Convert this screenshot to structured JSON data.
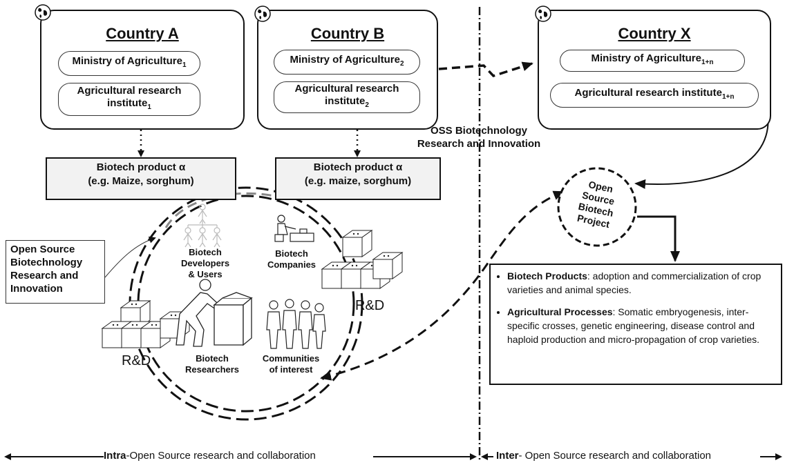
{
  "countries": {
    "a": {
      "title": "Country A",
      "ministry": "Ministry of Agriculture",
      "ministry_sub": "1",
      "institute_line1": "Agricultural research",
      "institute_line2": "institute",
      "institute_sub": "1"
    },
    "b": {
      "title": "Country B",
      "ministry": "Ministry of Agriculture",
      "ministry_sub": "2",
      "institute_line1": "Agricultural research",
      "institute_line2": "institute",
      "institute_sub": "2"
    },
    "x": {
      "title": "Country X",
      "ministry": "Ministry of Agriculture",
      "ministry_sub": "1+n",
      "institute": "Agricultural research institute",
      "institute_sub": "1+n"
    }
  },
  "products": {
    "a": {
      "line1": "Biotech product α",
      "line2": "(e.g. Maize, sorghum)"
    },
    "b": {
      "line1": "Biotech product α",
      "line2": "(e.g. maize, sorghum)"
    }
  },
  "oss_label": {
    "line1": "OSS Biotechnology",
    "line2": "Research and Innovation"
  },
  "callout": {
    "line1": "Open Source",
    "line2": "Biotechnology",
    "line3": "Research and",
    "line4": "Innovation"
  },
  "circle_labels": {
    "developers": {
      "line1": "Biotech",
      "line2": "Developers",
      "line3": "& Users"
    },
    "companies": {
      "line1": "Biotech",
      "line2": "Companies"
    },
    "researchers": {
      "line1": "Biotech",
      "line2": "Researchers"
    },
    "communities": {
      "line1": "Communities",
      "line2": "of interest"
    },
    "rd_left": "R&D",
    "rd_right": "R&D"
  },
  "project": {
    "line1": "Open",
    "line2": "Source",
    "line3": "Biotech",
    "line4": "Project"
  },
  "info": {
    "item1_title": "Biotech Products",
    "item1_text": ": adoption and commercialization of crop varieties and animal species.",
    "item2_title": "Agricultural Processes",
    "item2_text": ": Somatic embryogenesis, inter-specific crosses, genetic engineering, disease control and haploid production and micro-propagation of crop varieties."
  },
  "bottom": {
    "intra_bold": "Intra",
    "intra_rest": "-Open Source research and collaboration",
    "inter_bold": "Inter",
    "inter_rest": "- Open Source research and collaboration"
  },
  "icons": [
    "globe-icon",
    "person-at-desk-icon",
    "people-group-icon",
    "person-lifting-box-icon",
    "org-chart-people-icon",
    "stacked-boxes-icon"
  ]
}
